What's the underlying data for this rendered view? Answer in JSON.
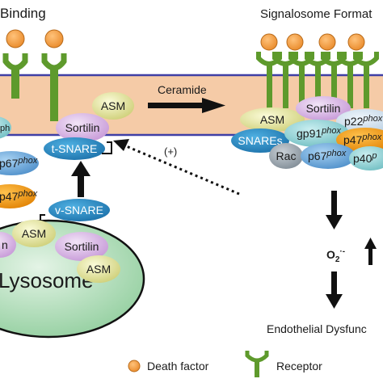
{
  "titles": {
    "left": "Binding",
    "right": "Signalosome Format"
  },
  "arrow_labels": {
    "ceramide": "Ceramide",
    "positive": "(+)"
  },
  "proteins": {
    "asm": "ASM",
    "sortilin": "Sortilin",
    "t_snare": "t-SNARE",
    "v_snare": "v-SNARE",
    "snares": "SNAREs",
    "rac": "Rac",
    "gp91": "gp91",
    "p22": "p22",
    "p47": "p47",
    "p67": "p67",
    "p40": "p40",
    "phox": "phox",
    "p40_cut": "p40",
    "p40_sup_cut": "p",
    "ph_cut": "ph",
    "phox_cut": "phox",
    "n_cut": "n"
  },
  "organelle": {
    "lysosome": "Lysosome"
  },
  "superoxide": {
    "base": "O",
    "sub": "2",
    "sup": "·-"
  },
  "outcome": "Endothelial Dysfunc",
  "legend": {
    "death_factor": "Death factor",
    "receptor": "Receptor"
  },
  "colors": {
    "membrane": "#f5cba7",
    "membrane_line": "#3f3fa6",
    "receptor": "#5e9a2c",
    "death_factor": "#f0a148",
    "asm": "#e4e49a",
    "sortilin": "#d9b6e6",
    "snare": "#2188c2",
    "p47": "#f59a12",
    "p67": "#5aa0d6",
    "gp91": "#8fd0d2",
    "lysosome": "#a9d9b3"
  }
}
